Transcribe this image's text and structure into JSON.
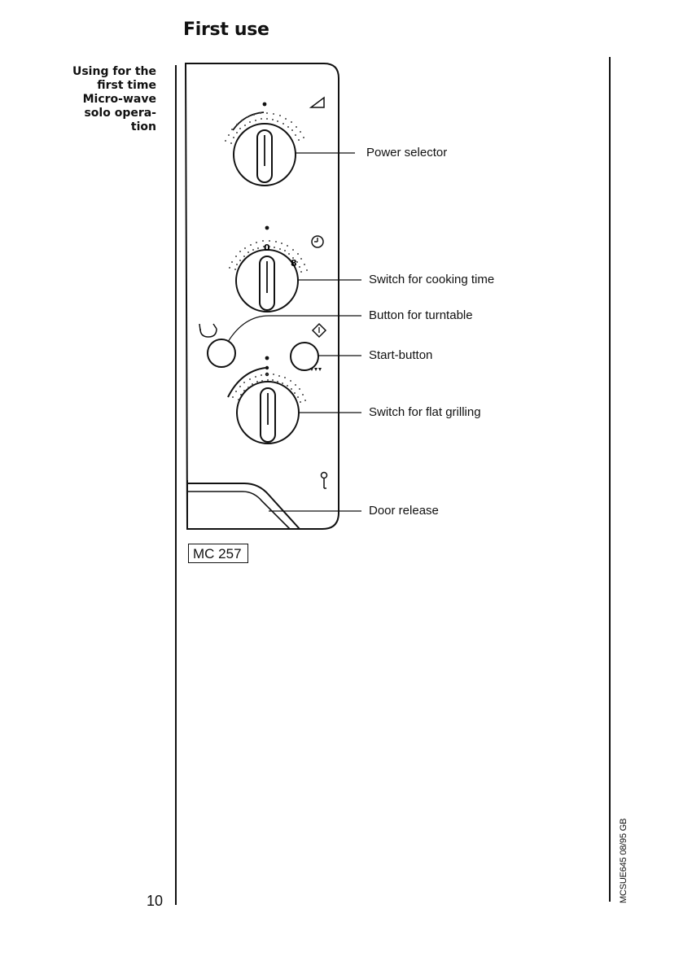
{
  "page": {
    "title": "First use",
    "side_heading": [
      "Using for the",
      "first time",
      "Micro-wave",
      "solo opera-",
      "tion"
    ],
    "page_number": "10",
    "doc_reference": "MCSUE645 08/95  GB"
  },
  "diagram": {
    "model_label": "MC 257",
    "callouts": {
      "power_selector": "Power selector",
      "cooking_time": "Switch for cooking time",
      "turntable": "Button for turntable",
      "start": "Start-button",
      "flat_grilling": "Switch for flat grilling",
      "door_release": "Door release"
    },
    "icons": [
      "power-triangle-icon",
      "clock-icon",
      "turntable-icon",
      "start-icon",
      "grill-icon",
      "key-icon"
    ]
  }
}
